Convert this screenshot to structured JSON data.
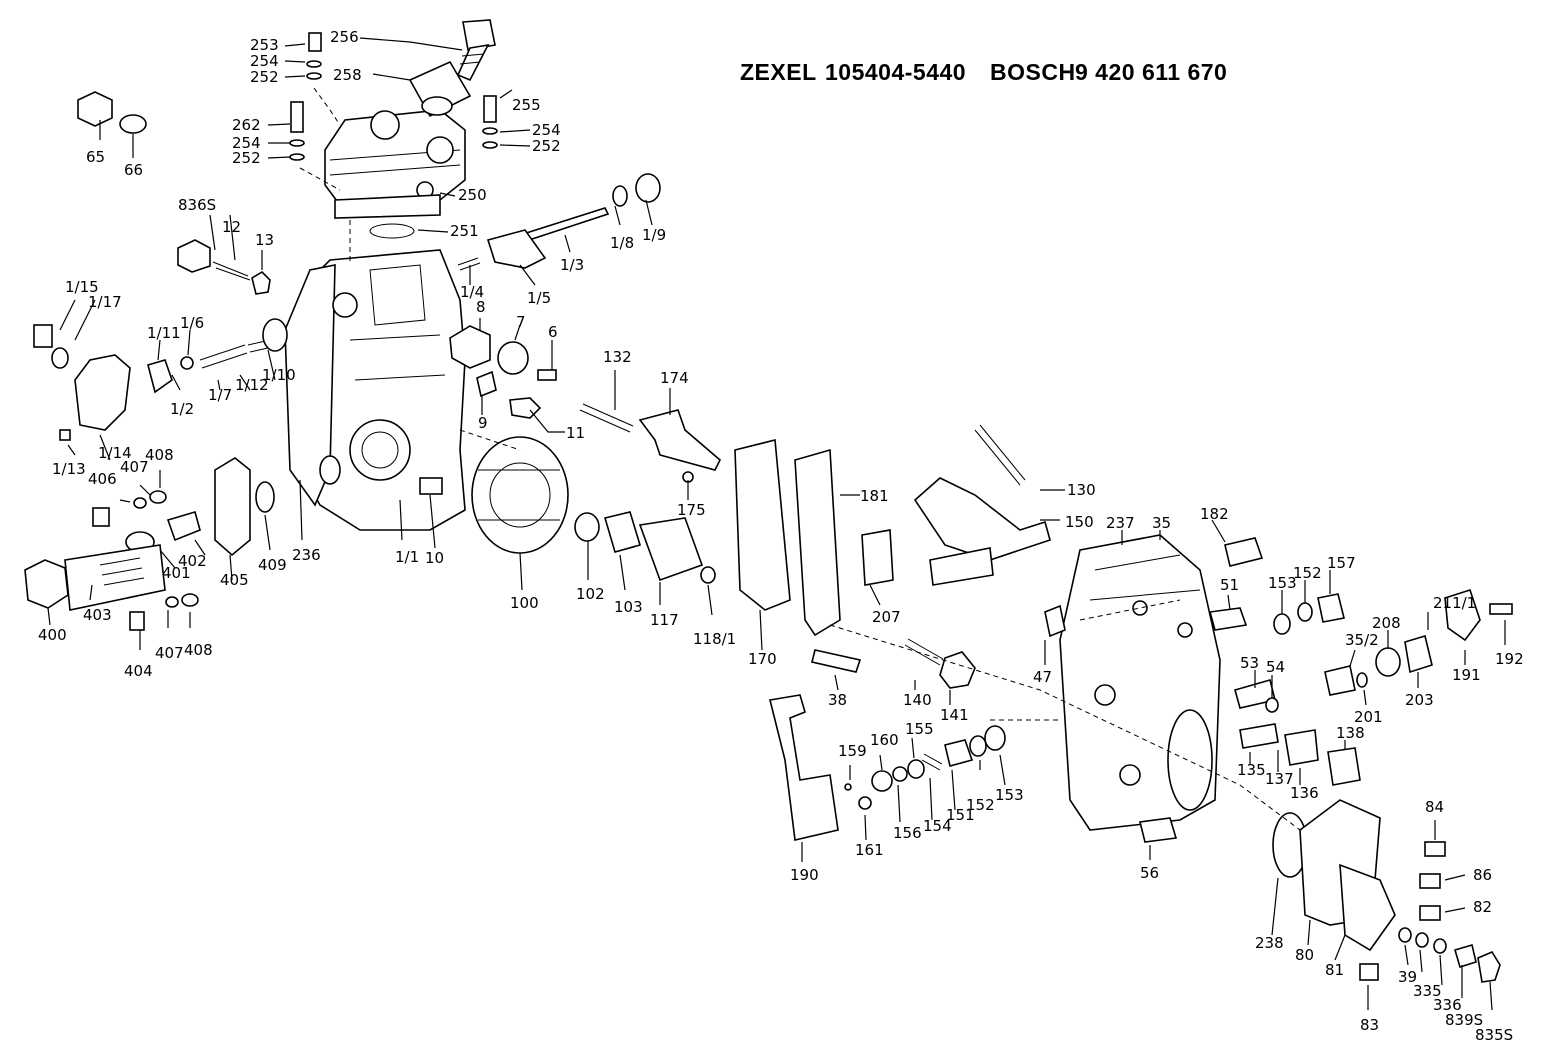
{
  "header": {
    "brand1": "ZEXEL",
    "part1": "105404-5440",
    "brand2": "BOSCH",
    "part2": "9 420 611 670"
  },
  "labels": {
    "l253": "253",
    "l254a": "254",
    "l252a": "252",
    "l256": "256",
    "l258": "258",
    "l255": "255",
    "l254b": "254",
    "l252b": "252",
    "l262": "262",
    "l254c": "254",
    "l252c": "252",
    "l250": "250",
    "l251": "251",
    "l65": "65",
    "l66": "66",
    "l836s": "836S",
    "l12": "12",
    "l13": "13",
    "l1_15": "1/15",
    "l1_17": "1/17",
    "l1_11": "1/11",
    "l1_6": "1/6",
    "l1_2": "1/2",
    "l1_7": "1/7",
    "l1_12": "1/12",
    "l1_10": "1/10",
    "l1_13": "1/13",
    "l1_14": "1/14",
    "l1_8": "1/8",
    "l1_9": "1/9",
    "l1_3": "1/3",
    "l1_4": "1/4",
    "l1_5": "1/5",
    "l8": "8",
    "l7": "7",
    "l6": "6",
    "l9": "9",
    "l11": "11",
    "l406": "406",
    "l407a": "407",
    "l408a": "408",
    "l402": "402",
    "l401": "401",
    "l405": "405",
    "l409": "409",
    "l236": "236",
    "l1_1": "1/1",
    "l10": "10",
    "l400": "400",
    "l403": "403",
    "l404": "404",
    "l407b": "407",
    "l408b": "408",
    "l132": "132",
    "l174": "174",
    "l175": "175",
    "l100": "100",
    "l102": "102",
    "l103": "103",
    "l117": "117",
    "l118_1": "118/1",
    "l170": "170",
    "l181": "181",
    "l207": "207",
    "l130": "130",
    "l150": "150",
    "l237": "237",
    "l35": "35",
    "l182": "182",
    "l51": "51",
    "l153a": "153",
    "l152a": "152",
    "l157": "157",
    "l211_1": "211/1",
    "l208": "208",
    "l35_2": "35/2",
    "l191": "191",
    "l192": "192",
    "l203": "203",
    "l201": "201",
    "l47": "47",
    "l53": "53",
    "l54": "54",
    "l138": "138",
    "l38": "38",
    "l140": "140",
    "l141": "141",
    "l135": "135",
    "l137": "137",
    "l136": "136",
    "l159": "159",
    "l160": "160",
    "l155": "155",
    "l190": "190",
    "l161": "161",
    "l156": "156",
    "l154": "154",
    "l151": "151",
    "l152b": "152",
    "l153b": "153",
    "l56": "56",
    "l84": "84",
    "l86": "86",
    "l82": "82",
    "l238": "238",
    "l80": "80",
    "l81": "81",
    "l83": "83",
    "l39": "39",
    "l335": "335",
    "l336": "336",
    "l839s": "839S",
    "l835s": "835S"
  },
  "colors": {
    "ink": "#000000",
    "paper": "#ffffff"
  }
}
